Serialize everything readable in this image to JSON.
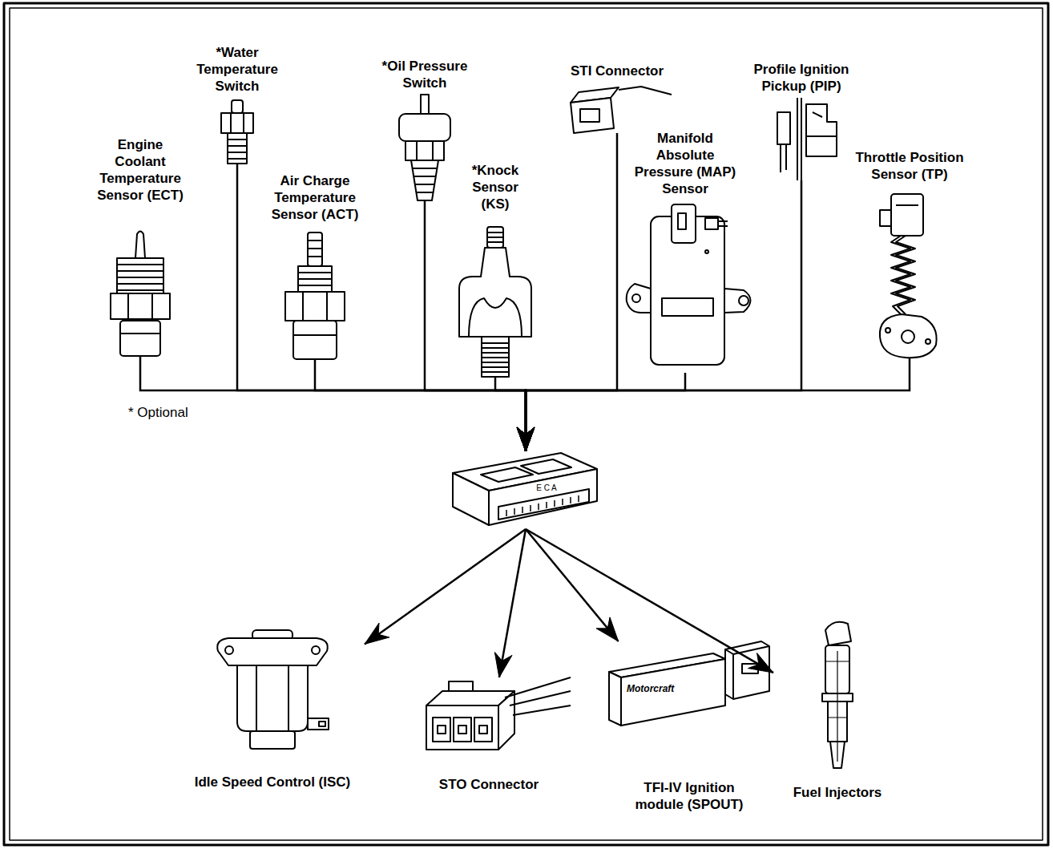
{
  "diagram": {
    "nodes": [
      {
        "text": [
          "Engine Coolant Temperature Sensor (ECT)"
        ]
      },
      {
        "text": [
          "*Water Temperature Switch"
        ]
      },
      {
        "text": [
          "Air Charge Temperature Sensor (ACT)"
        ]
      },
      {
        "text": [
          "*Oil Pressure Switch"
        ]
      },
      {
        "text": [
          "*Knock Sensor (KS)"
        ]
      },
      {
        "text": [
          "STI Connector"
        ]
      },
      {
        "text": [
          "Manifold Absolute Pressure (MAP) Sensor"
        ]
      },
      {
        "text": [
          "Profile Ignition Pickup (PIP)"
        ]
      },
      {
        "text": [
          "Throttle Position Sensor (TP)"
        ]
      },
      {
        "text": [
          "E C A"
        ]
      },
      {
        "text": [
          "Idle Speed Control (ISC)"
        ]
      },
      {
        "text": [
          "STO Connector"
        ]
      },
      {
        "text": [
          "TFI-IV Ignition module (SPOUT)"
        ]
      },
      {
        "text": [
          "Fuel Injectors"
        ]
      }
    ],
    "edges": [
      {
        "from": 0,
        "to": 9,
        "arrow": "to"
      },
      {
        "from": 1,
        "to": 9,
        "arrow": "to"
      },
      {
        "from": 2,
        "to": 9,
        "arrow": "to"
      },
      {
        "from": 3,
        "to": 9,
        "arrow": "to"
      },
      {
        "from": 4,
        "to": 9,
        "arrow": "to"
      },
      {
        "from": 5,
        "to": 9,
        "arrow": "to"
      },
      {
        "from": 6,
        "to": 9,
        "arrow": "to"
      },
      {
        "from": 7,
        "to": 9,
        "arrow": "to"
      },
      {
        "from": 8,
        "to": 9,
        "arrow": "to"
      },
      {
        "from": 9,
        "to": 10,
        "arrow": "to"
      },
      {
        "from": 9,
        "to": 11,
        "arrow": "to"
      },
      {
        "from": 9,
        "to": 12,
        "arrow": "to"
      },
      {
        "from": 9,
        "to": 13,
        "arrow": "to"
      }
    ],
    "labels": [
      "* Optional",
      "Motorcraft"
    ]
  }
}
